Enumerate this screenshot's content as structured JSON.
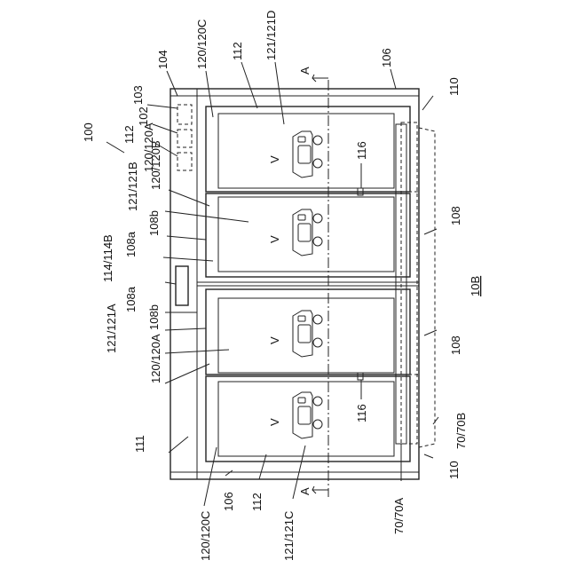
{
  "figure_id": "10B",
  "labels": {
    "l100": "100",
    "l104": "104",
    "l103": "103",
    "l102": "102",
    "l112_top": "112",
    "l120A_left": "120/120A",
    "l120C_top": "120/120C",
    "l112_top2": "112",
    "l121D": "121/121D",
    "l106_top": "106",
    "l110_top": "110",
    "l120B": "120/120B",
    "l121B": "121/121B",
    "l108b_1": "108b",
    "l108a_1": "108a",
    "l114": "114/114B",
    "l108a_2": "108a",
    "l108b_2": "108b",
    "l121A": "121/121A",
    "l120A": "120/120A",
    "l111": "111",
    "l120C_bot": "120/120C",
    "l106_bot": "106",
    "l112_bot": "112",
    "l121C": "121/121C",
    "l70A": "70/70A",
    "l116_top": "116",
    "l116_bot": "116",
    "l108_1": "108",
    "l108_2": "108",
    "l70B": "70/70B",
    "l110_bot": "110",
    "l10B": "10B",
    "lA_top": "A",
    "lA_bot": "A",
    "lV1": "V",
    "lV2": "V",
    "lV3": "V",
    "lV4": "V"
  }
}
